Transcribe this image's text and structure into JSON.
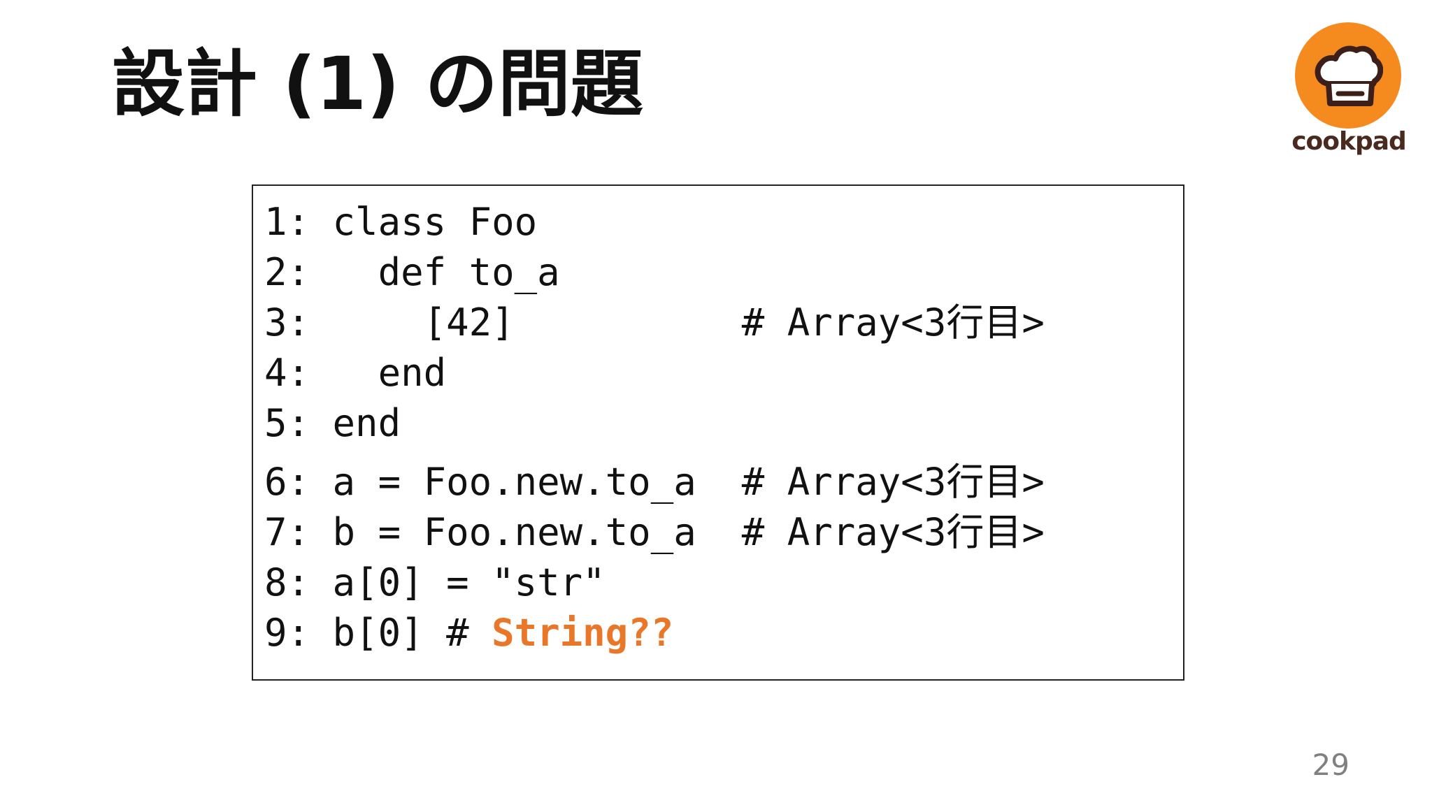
{
  "slide": {
    "title": "設計 (1) の問題",
    "page_number": "29"
  },
  "logo": {
    "text": "cookpad",
    "icon": "chef-hat-icon",
    "color": "#f58a1f"
  },
  "code": {
    "lines": [
      {
        "number": "1:",
        "code": " class Foo",
        "highlight": ""
      },
      {
        "number": "2:",
        "code": "   def to_a",
        "highlight": ""
      },
      {
        "number": "3:",
        "code": "     [42]          # Array<3行目>",
        "highlight": ""
      },
      {
        "number": "4:",
        "code": "   end",
        "highlight": ""
      },
      {
        "number": "5:",
        "code": " end",
        "highlight": ""
      },
      {
        "number": "6:",
        "code": " a = Foo.new.to_a  # Array<3行目>",
        "highlight": ""
      },
      {
        "number": "7:",
        "code": " b = Foo.new.to_a  # Array<3行目>",
        "highlight": ""
      },
      {
        "number": "8:",
        "code": " a[0] = \"str\"",
        "highlight": ""
      },
      {
        "number": "9:",
        "code": " b[0] # ",
        "highlight": "String??"
      }
    ],
    "highlight_color": "#e8772a"
  }
}
